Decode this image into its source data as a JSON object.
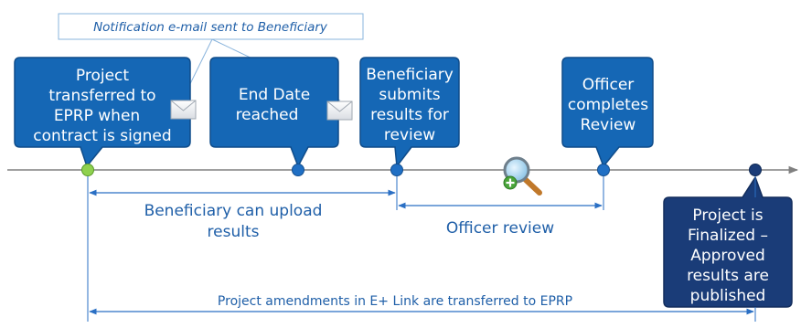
{
  "colors": {
    "box_fill": "#1567b5",
    "box_stroke": "#0f4c8a",
    "final_fill": "#1a3c78",
    "timeline": "#808080",
    "milestone_dot": "#1f6fc4",
    "start_dot": "#8fd14f",
    "bracket_line": "#2a6fc4",
    "text_blue": "#1f5fa8"
  },
  "notification": {
    "text": "Notification e-mail sent to Beneficiary"
  },
  "milestones": [
    {
      "id": "transfer",
      "lines": [
        "Project",
        "transferred to",
        "EPRP when",
        "contract is signed"
      ],
      "has_mail_icon": true
    },
    {
      "id": "end-date",
      "lines": [
        "End Date",
        "reached"
      ],
      "has_mail_icon": true
    },
    {
      "id": "submit",
      "lines": [
        "Beneficiary",
        "submits",
        "results for",
        "review"
      ],
      "has_mail_icon": false
    },
    {
      "id": "officer",
      "lines": [
        "Officer",
        "completes",
        "Review"
      ],
      "has_mail_icon": false
    },
    {
      "id": "final",
      "lines": [
        "Project is",
        "Finalized –",
        "Approved",
        "results are",
        "published"
      ],
      "has_mail_icon": false
    }
  ],
  "periods": {
    "upload": {
      "lines": [
        "Beneficiary can upload",
        "results"
      ]
    },
    "review": {
      "label": "Officer review"
    },
    "amendments": {
      "label": "Project amendments in E+ Link are transferred to EPRP"
    }
  },
  "icons": {
    "mail": "envelope-icon",
    "review": "magnifier-plus-icon"
  }
}
